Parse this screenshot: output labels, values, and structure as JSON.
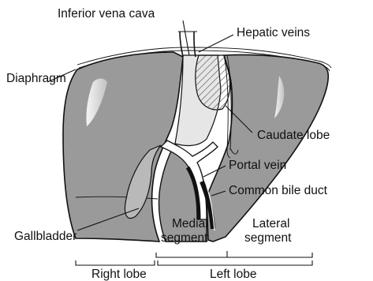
{
  "labels": {
    "ivc": "Inferior vena cava",
    "hepatic_veins": "Hepatic veins",
    "diaphragm": "Diaphragm",
    "caudate_lobe": "Caudate lobe",
    "portal_vein": "Portal vein",
    "common_bile_duct": "Common bile duct",
    "gallbladder": "Gallbladder",
    "medial_segment_1": "Medial",
    "medial_segment_2": "segment",
    "lateral_segment_1": "Lateral",
    "lateral_segment_2": "segment",
    "right_lobe": "Right lobe",
    "left_lobe": "Left lobe"
  },
  "colors": {
    "liver_fill": "#9a9a9a",
    "hatch": "#444444",
    "line": "#111111",
    "background": "#ffffff"
  }
}
